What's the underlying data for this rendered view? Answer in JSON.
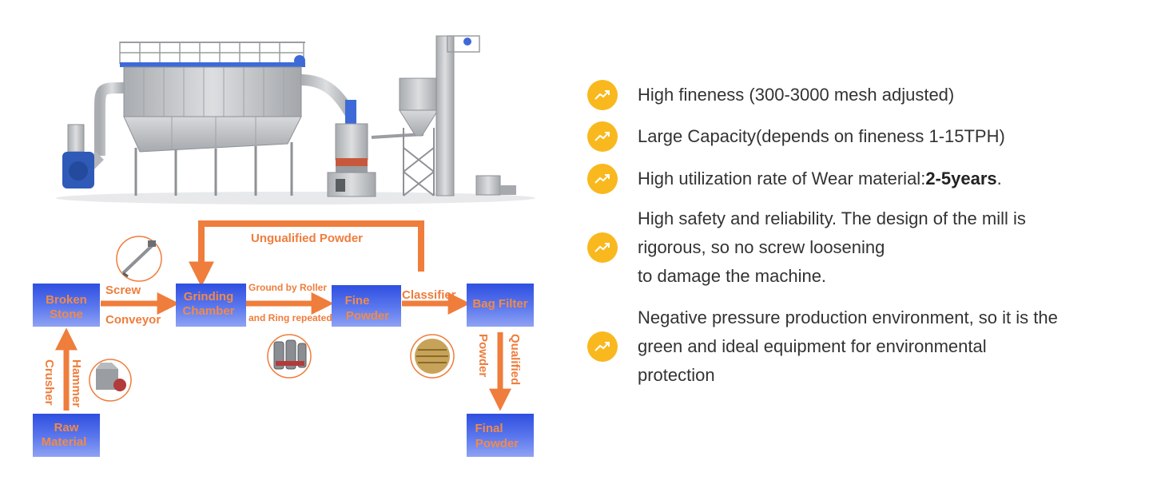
{
  "diagram": {
    "nodes": {
      "broken_stone": [
        "Broken",
        "Stone"
      ],
      "grinding_chamber": [
        "Grinding",
        "Chamber"
      ],
      "fine_powder": [
        "Fine",
        "Powder"
      ],
      "bag_filter": [
        "Bag Filter"
      ],
      "raw_material": [
        "Raw",
        "Material"
      ],
      "final_powder": [
        "Final",
        "Powder"
      ]
    },
    "edges": {
      "screw": "Screw",
      "conveyor": "Conveyor",
      "ground_by_roller": "Ground by Roller",
      "ring_repeatedly": "and Ring repeatedly",
      "classifier": "Classifier",
      "unqualified": "Ungualified Powder",
      "hammer": "Hammer",
      "crusher": "Crusher",
      "qualified": "Qualified",
      "powder": "Powder"
    }
  },
  "features": [
    {
      "text": "High fineness (300-3000 mesh adjusted)"
    },
    {
      "text": "Large Capacity(depends on fineness 1-15TPH)"
    },
    {
      "text": "High utilization rate of Wear material:",
      "bold": "2-5years",
      "suffix": "."
    },
    {
      "lines": [
        "High safety and reliability. The design of the mill is",
        "rigorous, so no screw loosening",
        "to damage the machine."
      ]
    },
    {
      "lines": [
        "Negative pressure production environment, so it is the",
        "green and ideal equipment for environmental",
        "protection"
      ]
    }
  ],
  "colors": {
    "accent_orange": "#ef7d3c",
    "box_blue": "#3f5fe6",
    "icon_yellow": "#f9b81e",
    "text": "#333333"
  },
  "icons": {
    "feature_icon": "trending-up-icon"
  }
}
